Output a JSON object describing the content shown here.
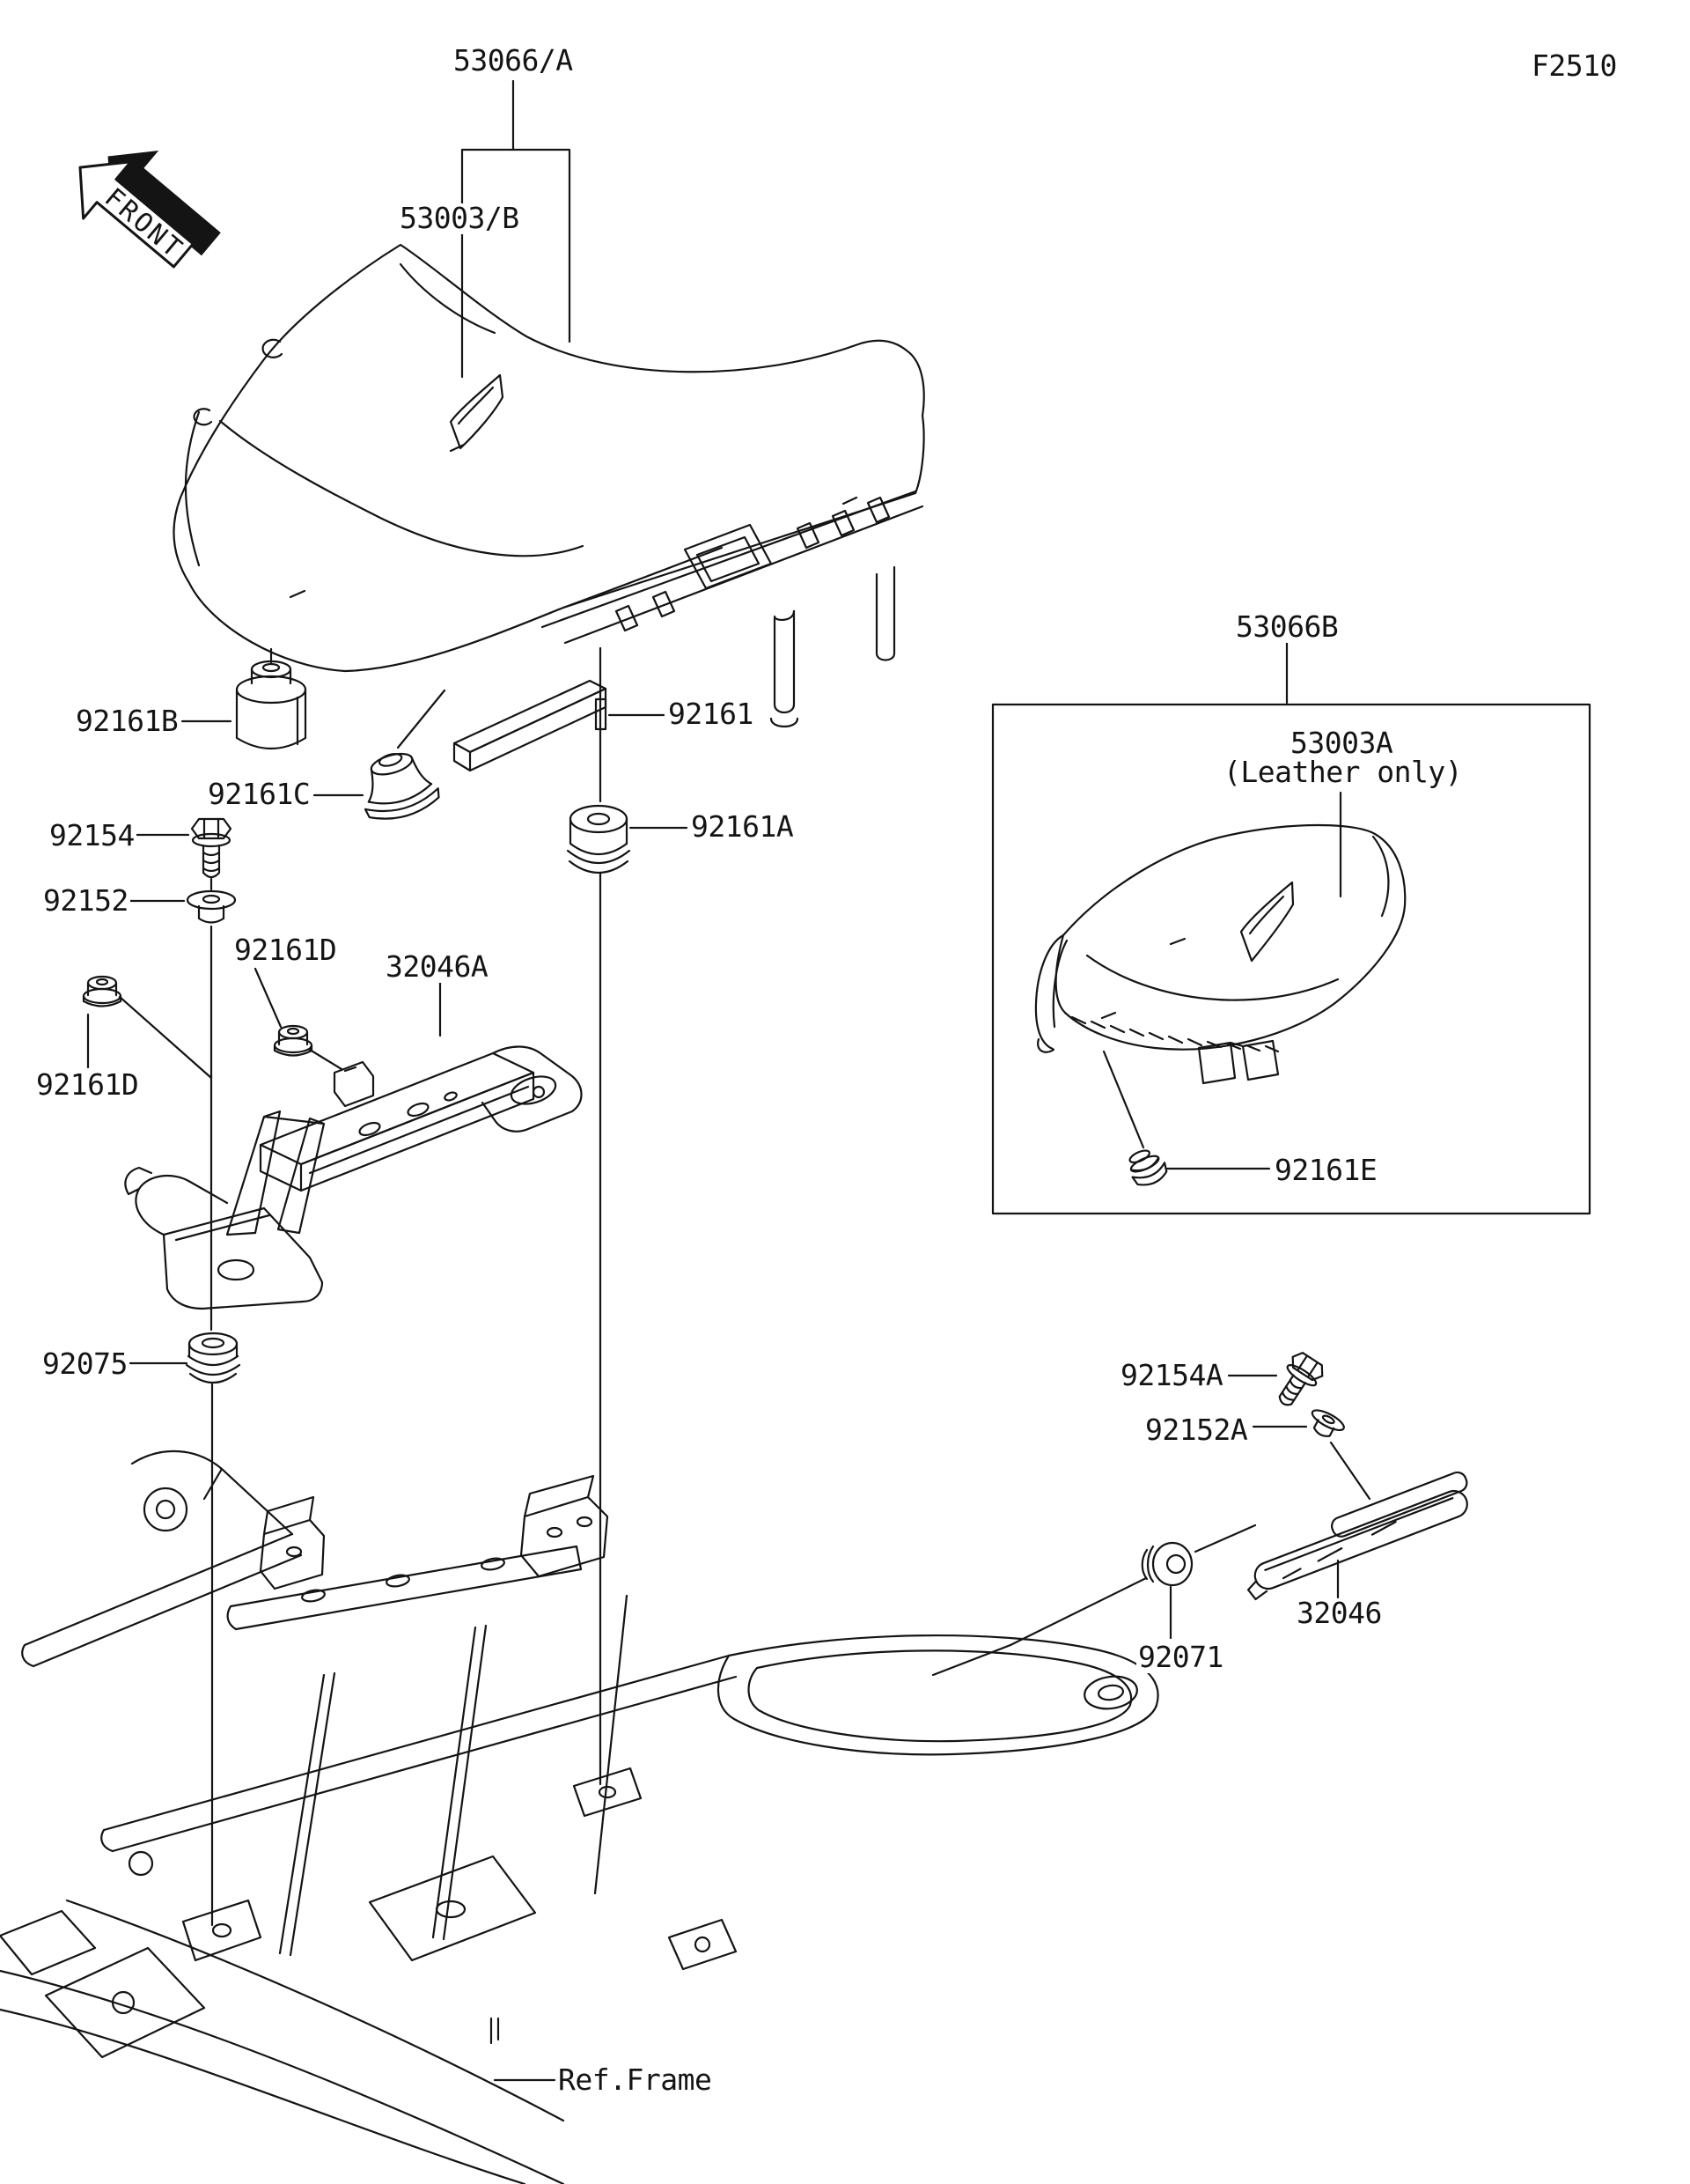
{
  "page": {
    "figure_code": "F2510",
    "front_marker": "FRONT",
    "ref_frame": "Ref.Frame"
  },
  "parts": {
    "seat_assembly": "53066/A",
    "seat": "53003/B",
    "damper_b": "92161B",
    "damper_c": "92161C",
    "damper": "92161",
    "damper_a": "92161A",
    "bolt": "92154",
    "collar": "92152",
    "grommet_d_top": "92161D",
    "bracket_seat_a": "32046A",
    "grommet_d_left": "92161D",
    "grommet_75": "92075",
    "seat_assembly_b": "53066B",
    "seat_leather": "53003A",
    "seat_leather_note": "(Leather only)",
    "damper_e": "92161E",
    "bolt_a": "92154A",
    "collar_a": "92152A",
    "bracket_seat": "32046",
    "grommet_71": "92071"
  }
}
